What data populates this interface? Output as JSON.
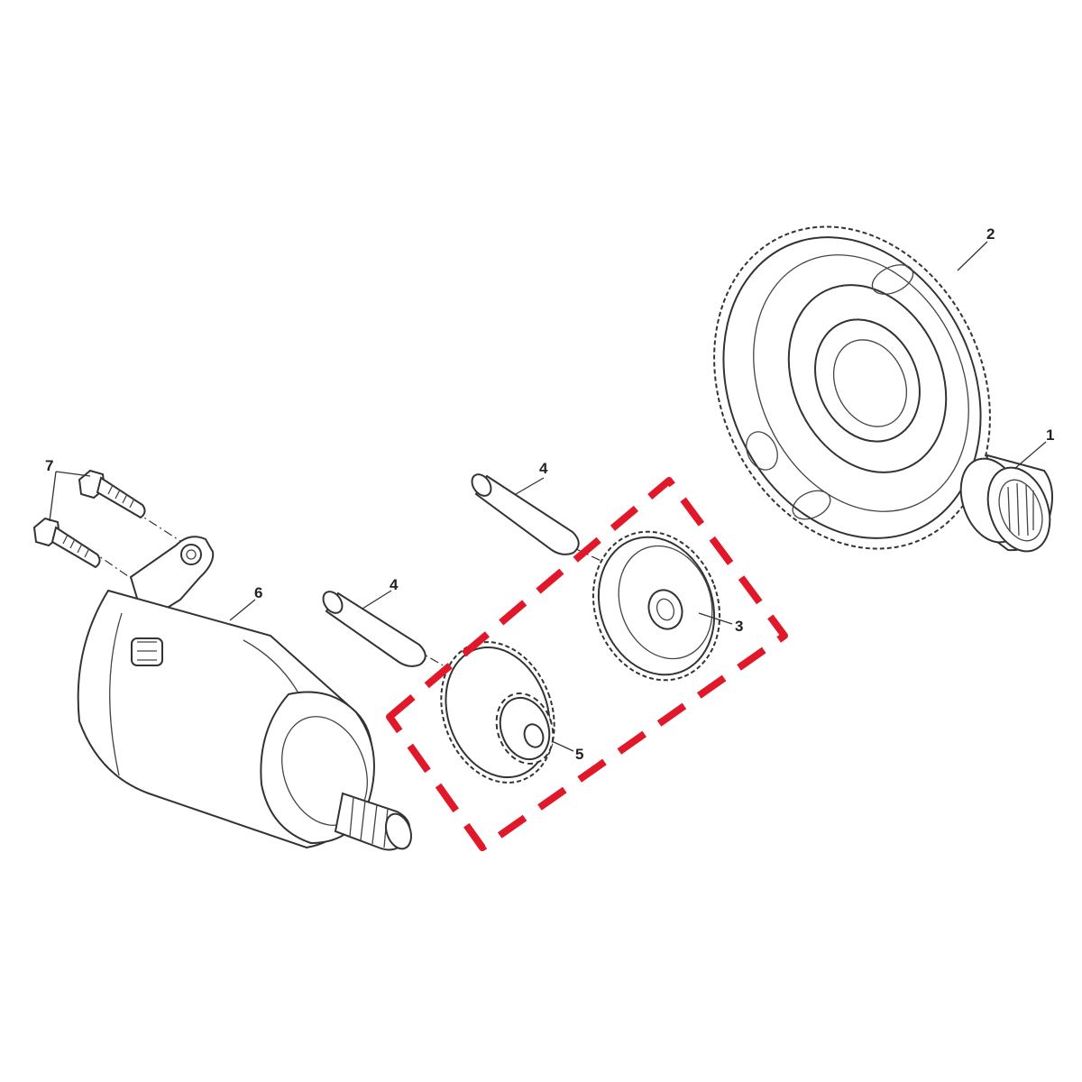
{
  "diagram": {
    "parts": [
      {
        "id": "1",
        "label": "1"
      },
      {
        "id": "2",
        "label": "2"
      },
      {
        "id": "3",
        "label": "3"
      },
      {
        "id": "4a",
        "label": "4"
      },
      {
        "id": "4b",
        "label": "4"
      },
      {
        "id": "5",
        "label": "5"
      },
      {
        "id": "6",
        "label": "6"
      },
      {
        "id": "7",
        "label": "7"
      }
    ],
    "highlight_color": "#e0182a",
    "line_color": "#333333"
  }
}
